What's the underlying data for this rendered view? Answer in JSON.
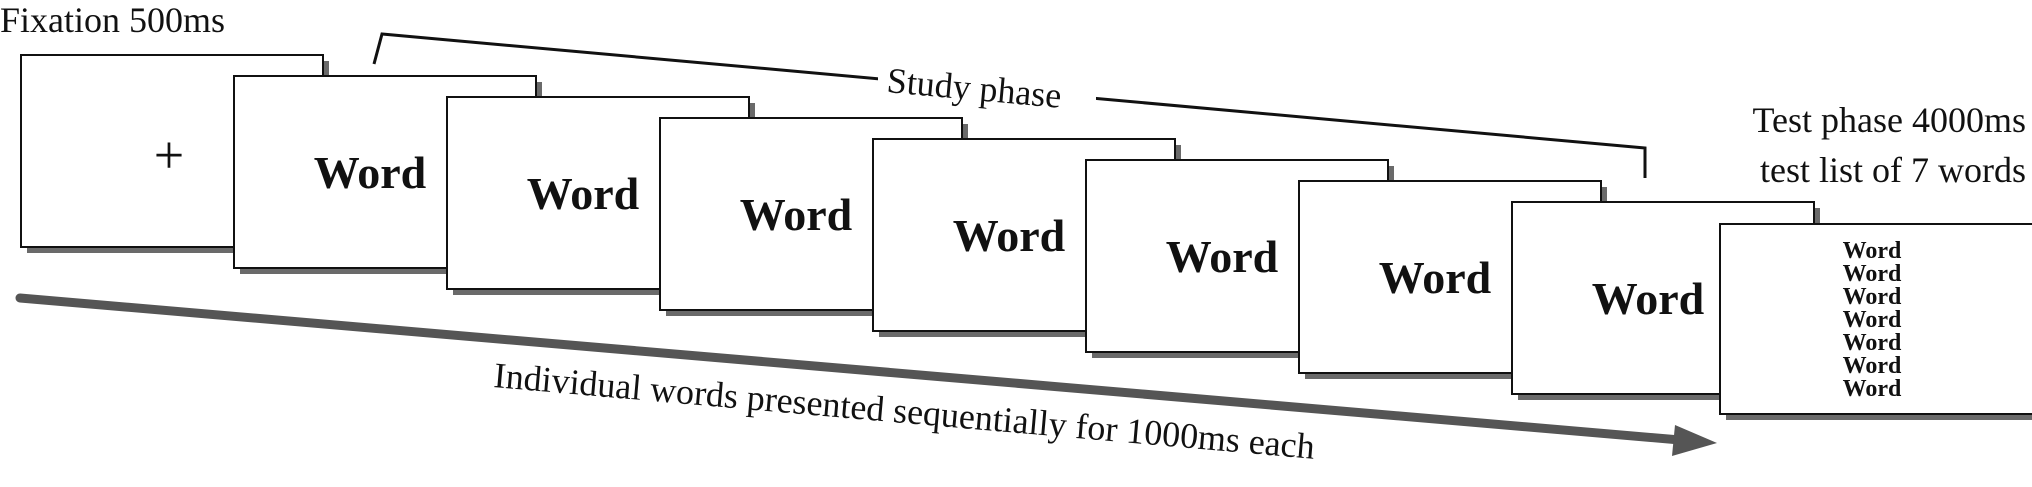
{
  "labels": {
    "fixation": "Fixation 500ms",
    "fixation_symbol": "+",
    "study_phase": "Study phase",
    "test_phase_line1": "Test phase 4000ms",
    "test_phase_line2": "test list of 7 words",
    "timeline": "Individual words presented sequentially for 1000ms each"
  },
  "study_words": [
    "Word",
    "Word",
    "Word",
    "Word",
    "Word",
    "Word",
    "Word"
  ],
  "test_list": [
    "Word",
    "Word",
    "Word",
    "Word",
    "Word",
    "Word",
    "Word"
  ],
  "colors": {
    "arrow": "#555555",
    "outline": "#111111"
  }
}
